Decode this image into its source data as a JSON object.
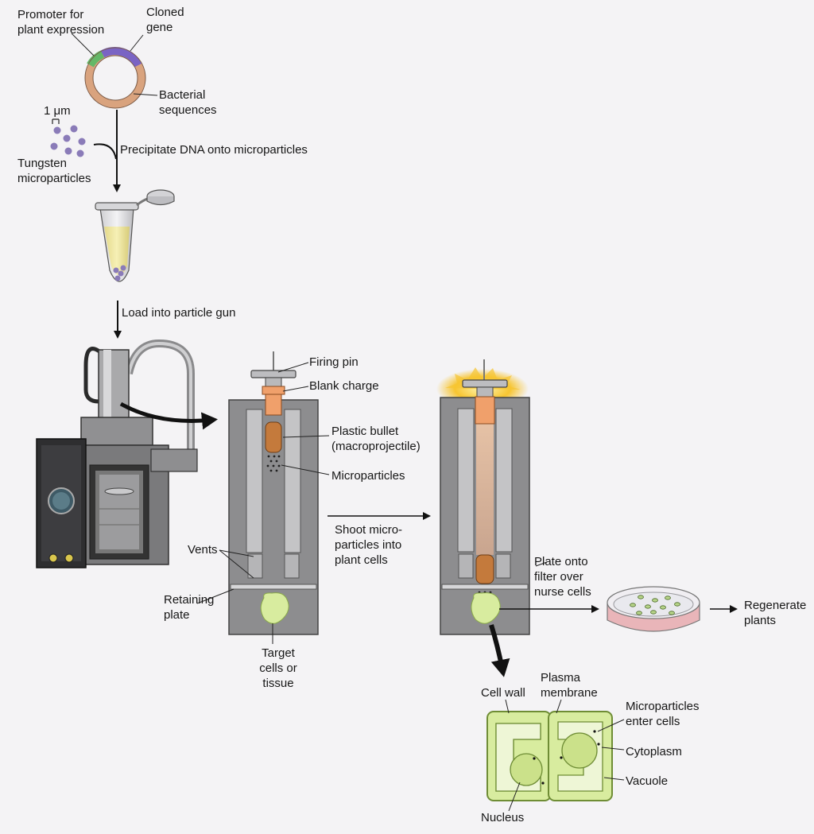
{
  "labels": {
    "promoter": "Promoter for plant expression",
    "cloned_gene": "Cloned gene",
    "bacterial_sequences": "Bacterial sequences",
    "scale": "1 μm",
    "tungsten": "Tungsten microparticles",
    "precipitate": "Precipitate DNA onto microparticles",
    "load": "Load into particle gun",
    "firing_pin": "Firing pin",
    "blank_charge": "Blank charge",
    "plastic_bullet": "Plastic bullet (macroprojectile)",
    "microparticles": "Microparticles",
    "vents": "Vents",
    "retaining_plate": "Retaining plate",
    "target_cells": "Target cells or tissue",
    "shoot": "Shoot micro-particles into plant cells",
    "plate_onto": "Plate onto filter over nurse cells",
    "regenerate": "Regenerate plants",
    "cell_wall": "Cell wall",
    "plasma_membrane": "Plasma membrane",
    "microparticles_enter": "Microparticles enter cells",
    "cytoplasm": "Cytoplasm",
    "vacuole": "Vacuole",
    "nucleus": "Nucleus"
  },
  "colors": {
    "plasmid_backbone": "#d9a37e",
    "promoter_segment": "#63b867",
    "gene_segment": "#7a64c4",
    "particle": "#8a7bb8",
    "device_gray": "#8d8d8f",
    "charge_orange": "#f0a06b",
    "bullet_brown": "#c47a3c",
    "plant_cell_green": "#d8ec9f",
    "flash_yellow": "#f7c531",
    "arrow_black": "#111111"
  }
}
